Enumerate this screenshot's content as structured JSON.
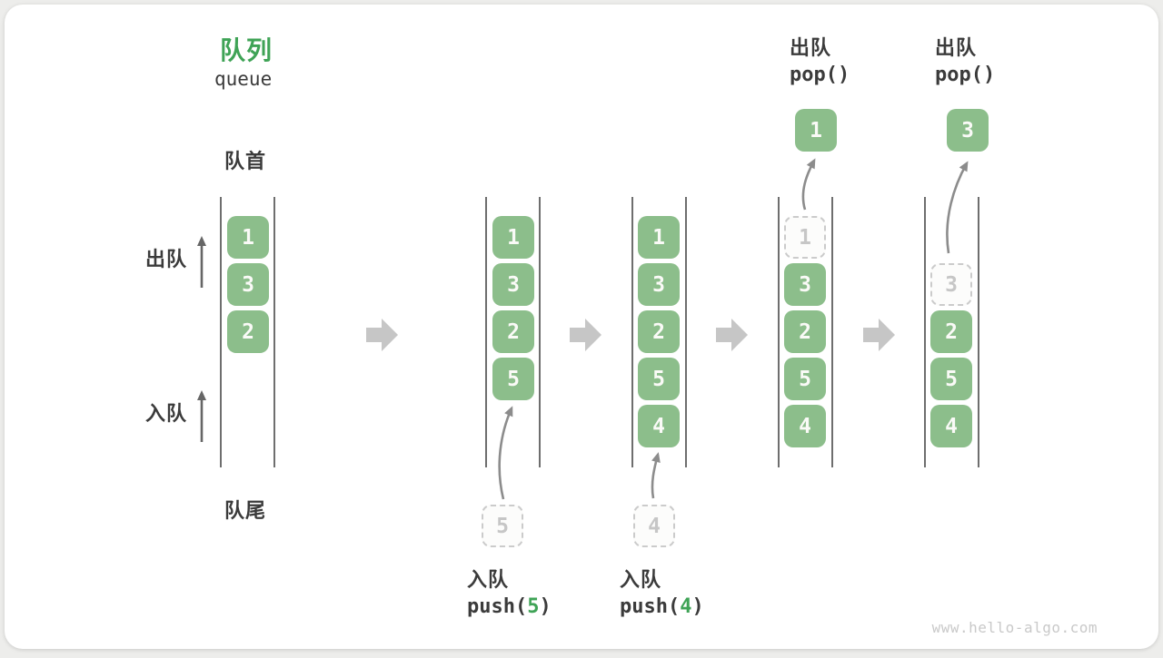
{
  "title": {
    "zh": "队列",
    "en": "queue"
  },
  "labels": {
    "front": "队首",
    "rear": "队尾",
    "dequeue": "出队",
    "enqueue": "入队"
  },
  "operations": {
    "push5": {
      "label": "入队",
      "fn": "push(",
      "arg": "5",
      "close": ")"
    },
    "push4": {
      "label": "入队",
      "fn": "push(",
      "arg": "4",
      "close": ")"
    },
    "pop1": {
      "label": "出队",
      "code": "pop()"
    },
    "pop2": {
      "label": "出队",
      "code": "pop()"
    }
  },
  "boxes": {
    "c1": [
      "1",
      "3",
      "2"
    ],
    "c2": [
      "1",
      "3",
      "2",
      "5"
    ],
    "c2_pending": "5",
    "c3": [
      "1",
      "3",
      "2",
      "5",
      "4"
    ],
    "c3_pending": "4",
    "c4_ghost": "1",
    "c4": [
      "3",
      "2",
      "5",
      "4"
    ],
    "c4_popped": "1",
    "c5_ghost": "3",
    "c5": [
      "2",
      "5",
      "4"
    ],
    "c5_popped": "3"
  },
  "watermark": "www.hello-algo.com",
  "colors": {
    "accentGreen": "#3fa356",
    "boxGreen": "#8cbe8b",
    "inkDark": "#3b3b3b",
    "wallGray": "#4a4a4a",
    "flowGray": "#c6c6c6",
    "thinArrowGray": "#8c8c8c",
    "dashGray": "#cbcbcb"
  }
}
